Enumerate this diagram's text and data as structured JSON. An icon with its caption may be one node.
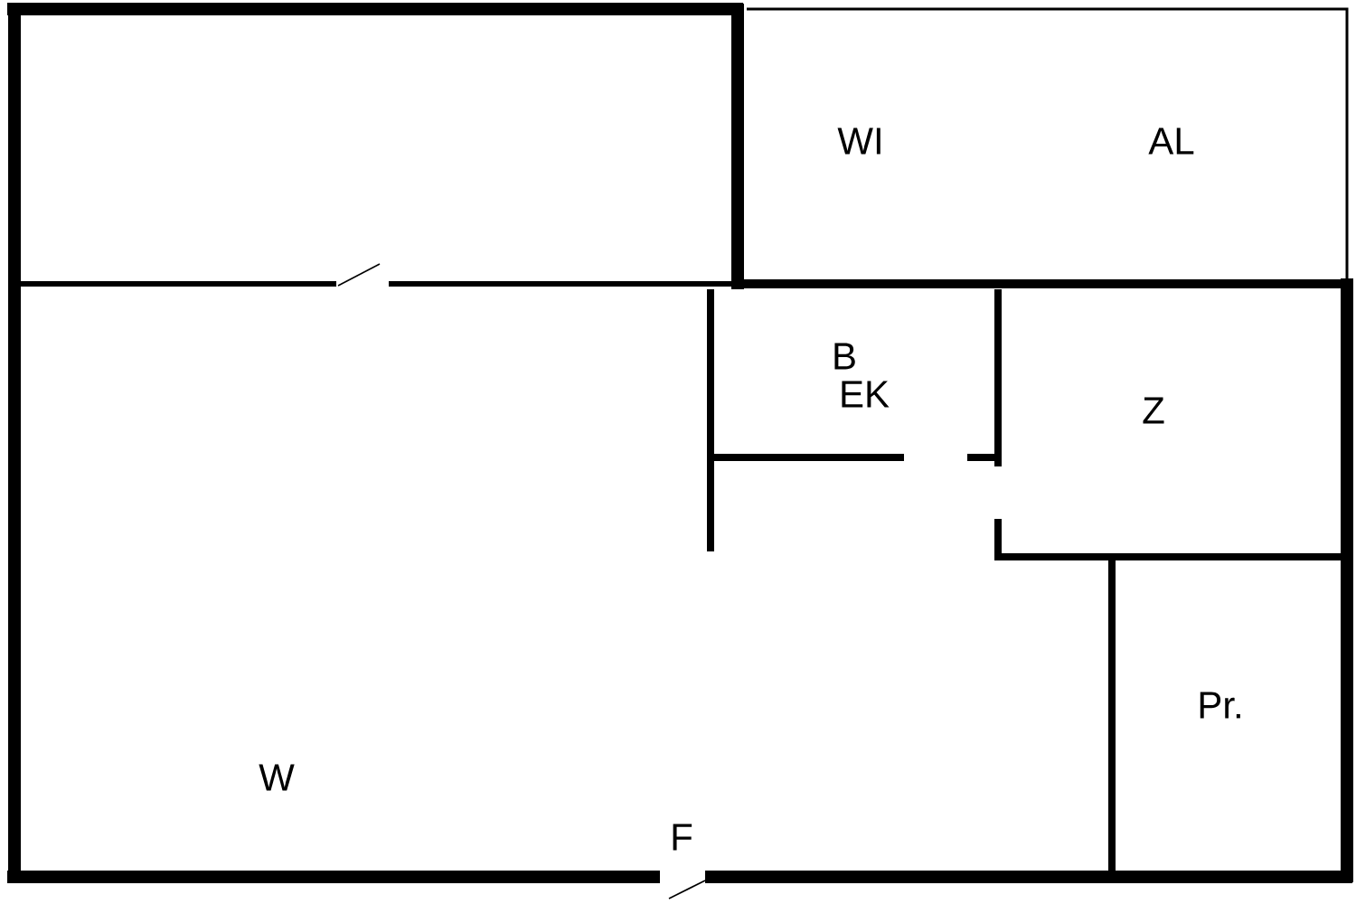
{
  "diagram": {
    "labels": [
      "WI",
      "AL",
      "B",
      "EK",
      "Z",
      "Pr.",
      "W",
      "F"
    ]
  }
}
